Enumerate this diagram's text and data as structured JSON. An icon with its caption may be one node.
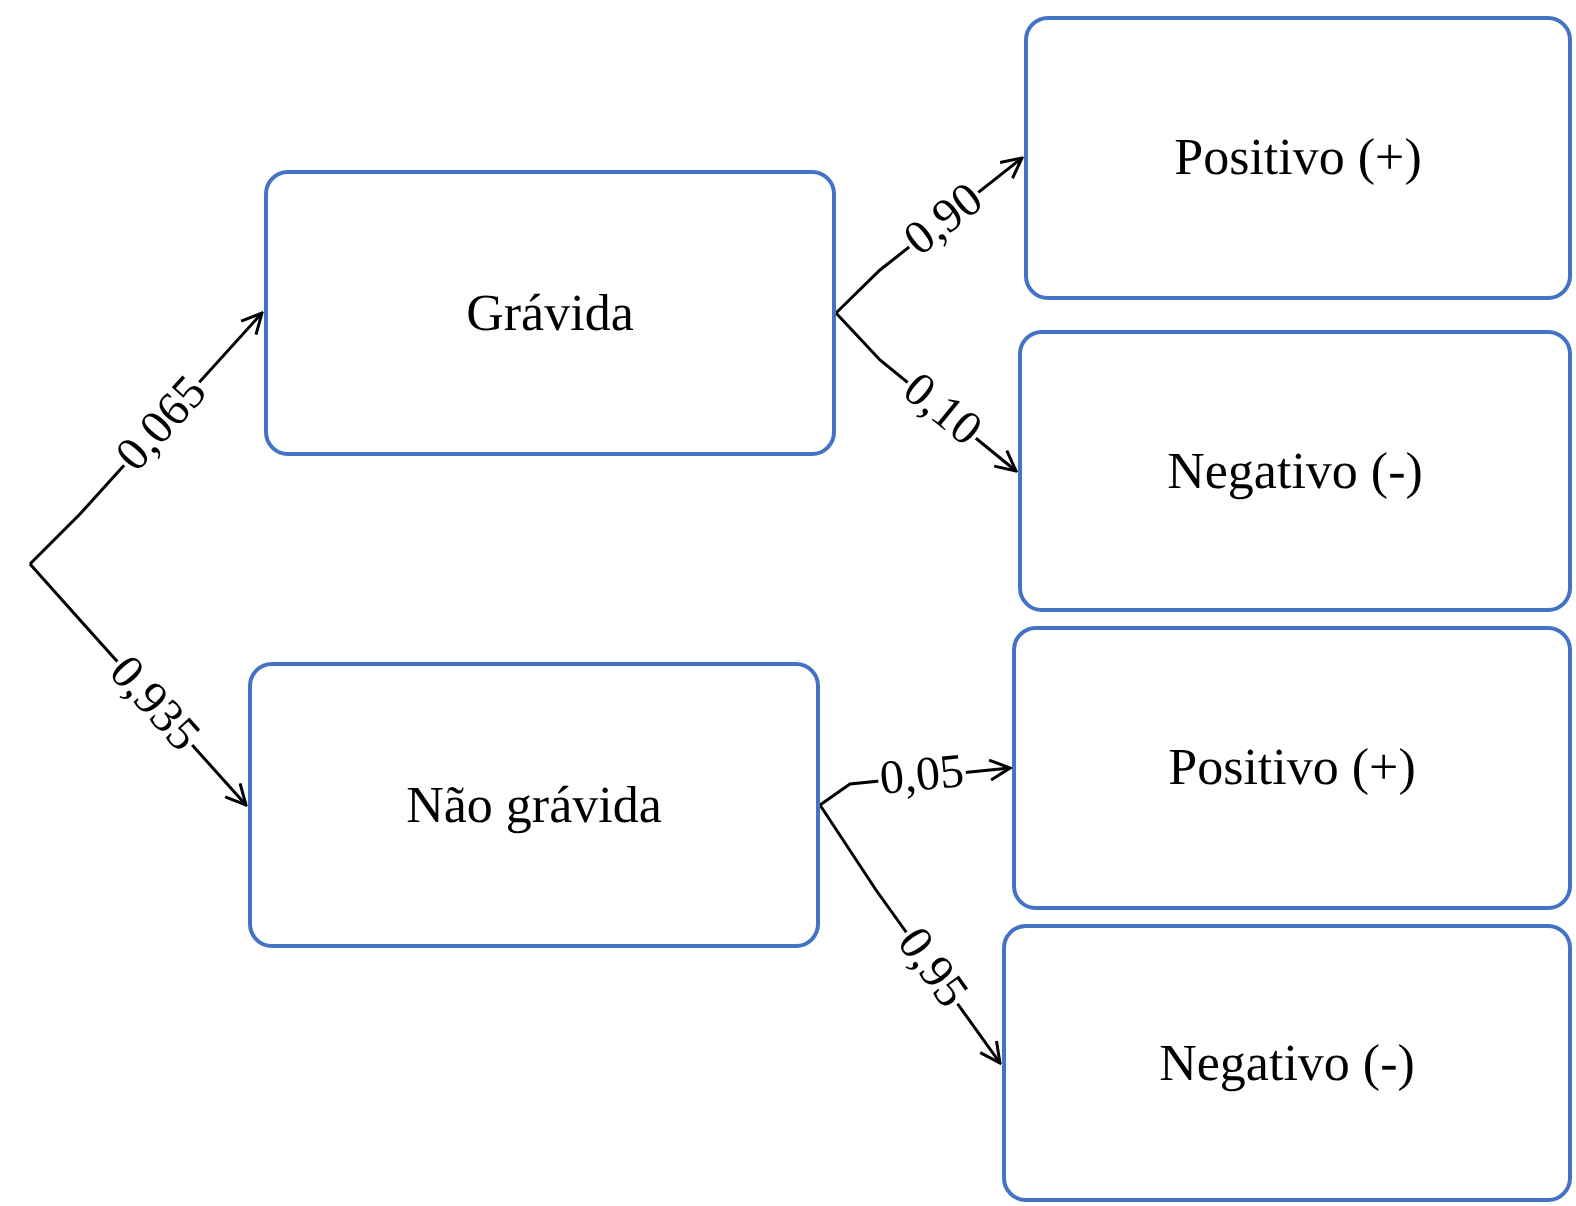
{
  "diagram": {
    "nodes": [
      {
        "text": [
          "Grávida"
        ]
      },
      {
        "text": [
          "Não grávida"
        ]
      },
      {
        "text": [
          "Positivo (+)"
        ]
      },
      {
        "text": [
          "Negativo (-)"
        ]
      },
      {
        "text": [
          "Positivo (+)"
        ]
      },
      {
        "text": [
          "Negativo (-)"
        ]
      }
    ],
    "edges": [
      {
        "from": null,
        "to": 0,
        "arrow": "to",
        "label": "0,065"
      },
      {
        "from": null,
        "to": 1,
        "arrow": "to",
        "label": "0,935"
      },
      {
        "from": 0,
        "to": 2,
        "arrow": "to",
        "label": "0,90"
      },
      {
        "from": 0,
        "to": 3,
        "arrow": "to",
        "label": "0,10"
      },
      {
        "from": 1,
        "to": 4,
        "arrow": "to",
        "label": "0,05"
      },
      {
        "from": 1,
        "to": 5,
        "arrow": "to",
        "label": "0,95"
      }
    ]
  }
}
